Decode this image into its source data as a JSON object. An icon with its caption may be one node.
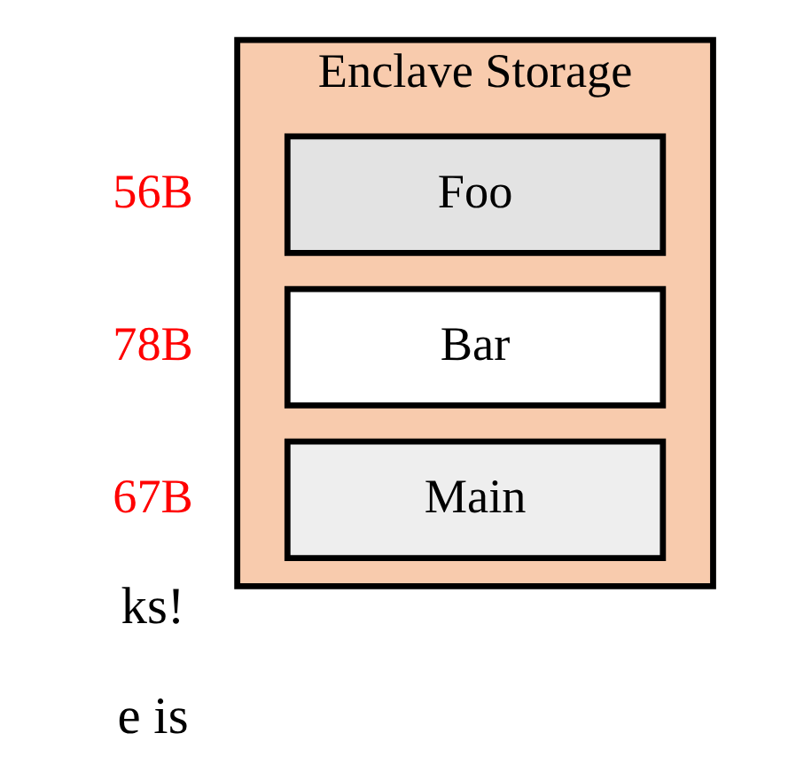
{
  "diagram": {
    "nodes": [
      {
        "text": [
          "Enclave Storage"
        ]
      },
      {
        "text": [
          "Foo"
        ],
        "in": 0
      },
      {
        "text": [
          "Bar"
        ],
        "in": 0
      },
      {
        "text": [
          "Main"
        ],
        "in": 0
      }
    ],
    "edges": [],
    "labels": [
      "e is",
      "ks!",
      "56B",
      "78B",
      "67B"
    ]
  }
}
